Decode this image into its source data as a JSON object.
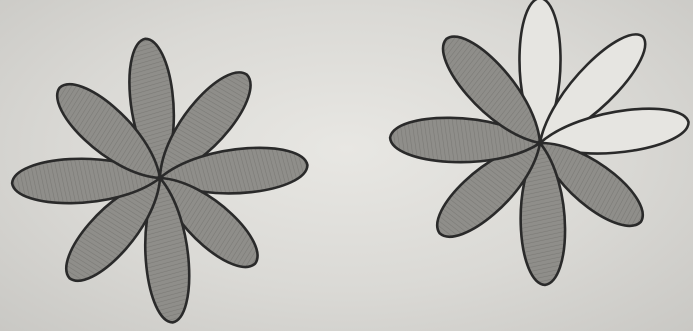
{
  "figure": {
    "flowers": [
      {
        "id": "left",
        "petal_count": 8,
        "shaded_petals": 8,
        "unshaded_petals": 0
      },
      {
        "id": "right",
        "petal_count": 8,
        "shaded_petals": 5,
        "unshaded_petals": 3
      }
    ],
    "colors": {
      "background": "#dad9d5",
      "petal_fill": "#8d8c88",
      "petal_fill_light": "#a3a29e",
      "outline": "#2a2a2a",
      "unshaded_fill": "#e6e5e1"
    }
  }
}
